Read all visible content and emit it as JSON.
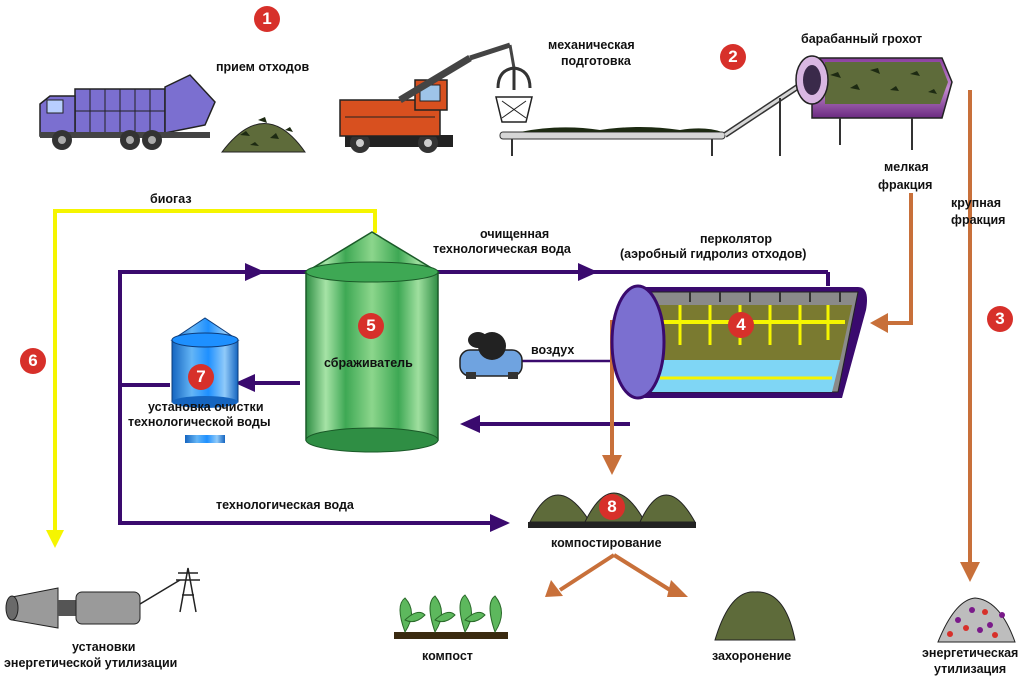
{
  "steps": [
    {
      "num": "1"
    },
    {
      "num": "2"
    },
    {
      "num": "3"
    },
    {
      "num": "4"
    },
    {
      "num": "5"
    },
    {
      "num": "6"
    },
    {
      "num": "7"
    },
    {
      "num": "8"
    }
  ],
  "labels": {
    "waste_reception": "прием отходов",
    "mechanical_prep_1": "механическая",
    "mechanical_prep_2": "подготовка",
    "drum_screen": "барабанный грохот",
    "fine_fraction_1": "мелкая",
    "fine_fraction_2": "фракция",
    "coarse_fraction_1": "крупная",
    "coarse_fraction_2": "фракция",
    "biogas": "биогаз",
    "purified_water_1": "очищенная",
    "purified_water_2": "технологическая вода",
    "percolator_1": "перколятор",
    "percolator_2": "(аэробный гидролиз отходов)",
    "air": "воздух",
    "digester": "сбраживатель",
    "water_treatment_1": "установка очистки",
    "water_treatment_2": "технологической воды",
    "process_water": "технологическая вода",
    "composting": "компостирование",
    "energy_units_1": "установки",
    "energy_units_2": "энергетической утилизации",
    "compost": "компост",
    "landfill": "захоронение",
    "energy_util_1": "энергетическая",
    "energy_util_2": "утилизация"
  },
  "colors": {
    "purple_flow": "#3a0a6e",
    "biogas_flow": "#f5f500",
    "solid_flow": "#c8703a",
    "step_badge": "#d7302a",
    "digester": "#3ea854",
    "water_tank": "#1e90ff"
  }
}
